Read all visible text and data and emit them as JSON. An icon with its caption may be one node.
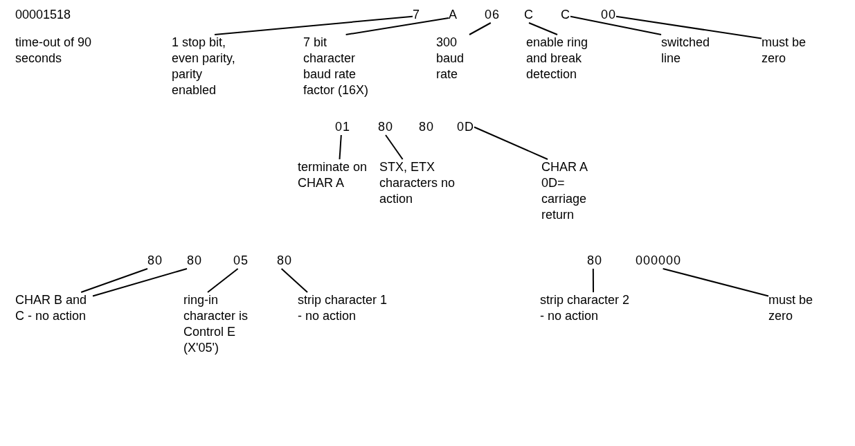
{
  "diagram": {
    "nodes": [
      {
        "text": [
          "7"
        ]
      },
      {
        "text": [
          "A"
        ]
      },
      {
        "text": [
          "06"
        ]
      },
      {
        "text": [
          "C"
        ]
      },
      {
        "text": [
          "C"
        ]
      },
      {
        "text": [
          "00"
        ]
      },
      {
        "text": [
          "1 stop bit, even parity, parity enabled"
        ]
      },
      {
        "text": [
          "7 bit character baud rate factor (16X)"
        ]
      },
      {
        "text": [
          "300 baud rate"
        ]
      },
      {
        "text": [
          "enable ring and break detection"
        ]
      },
      {
        "text": [
          "switched line"
        ]
      },
      {
        "text": [
          "must be zero"
        ]
      },
      {
        "text": [
          "01"
        ]
      },
      {
        "text": [
          "80"
        ]
      },
      {
        "text": [
          "80"
        ]
      },
      {
        "text": [
          "0D"
        ]
      },
      {
        "text": [
          "terminate on CHAR A"
        ]
      },
      {
        "text": [
          "STX, ETX characters no action"
        ]
      },
      {
        "text": [
          "CHAR A 0D= carriage return"
        ]
      },
      {
        "text": [
          "80"
        ]
      },
      {
        "text": [
          "80"
        ]
      },
      {
        "text": [
          "05"
        ]
      },
      {
        "text": [
          "80"
        ]
      },
      {
        "text": [
          "CHAR B and C - no action"
        ]
      },
      {
        "text": [
          "ring-in character is Control E (X'05')"
        ]
      },
      {
        "text": [
          "strip character 1 - no action"
        ]
      },
      {
        "text": [
          "80"
        ]
      },
      {
        "text": [
          "000000"
        ]
      },
      {
        "text": [
          "strip character 2 - no action"
        ]
      },
      {
        "text": [
          "must be zero"
        ]
      }
    ],
    "edges": [
      {
        "from": 0,
        "to": 6,
        "arrow": "none"
      },
      {
        "from": 1,
        "to": 7,
        "arrow": "none"
      },
      {
        "from": 2,
        "to": 8,
        "arrow": "none"
      },
      {
        "from": 3,
        "to": 9,
        "arrow": "none"
      },
      {
        "from": 4,
        "to": 10,
        "arrow": "none"
      },
      {
        "from": 5,
        "to": 11,
        "arrow": "none"
      },
      {
        "from": 12,
        "to": 16,
        "arrow": "none"
      },
      {
        "from": 13,
        "to": 17,
        "arrow": "none"
      },
      {
        "from": 15,
        "to": 18,
        "arrow": "none"
      },
      {
        "from": 19,
        "to": 23,
        "arrow": "none"
      },
      {
        "from": 20,
        "to": 23,
        "arrow": "none"
      },
      {
        "from": 21,
        "to": 24,
        "arrow": "none"
      },
      {
        "from": 22,
        "to": 25,
        "arrow": "none"
      },
      {
        "from": 26,
        "to": 28,
        "arrow": "none"
      },
      {
        "from": 27,
        "to": 29,
        "arrow": "none"
      }
    ],
    "labels": [
      "00001518",
      "time-out of 90 seconds"
    ]
  }
}
